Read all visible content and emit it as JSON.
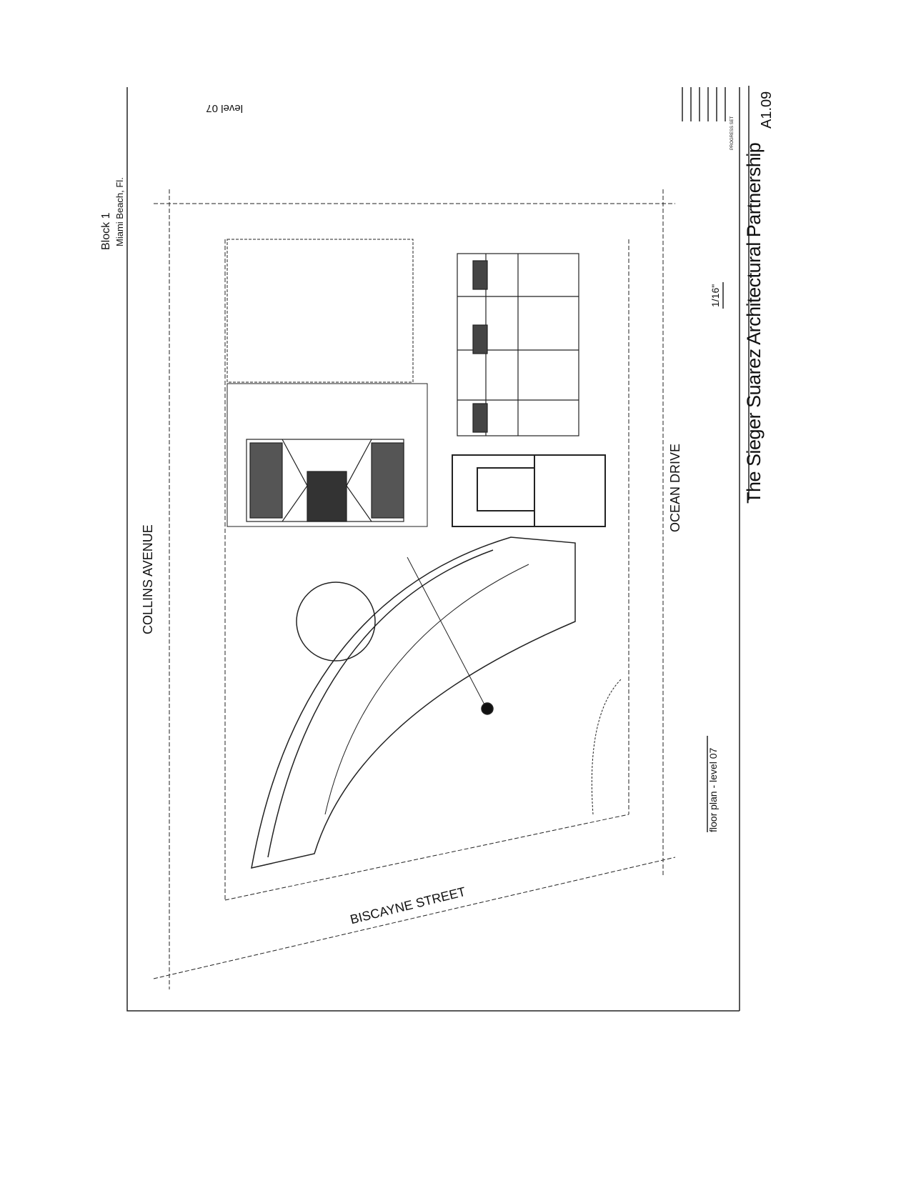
{
  "sheet": {
    "project": "Block 1",
    "location": "Miami Beach, Fl.",
    "level_label": "level 07",
    "scale": "1/16\"",
    "drawing_title": "floor plan - level 07",
    "sheet_number": "A1.09",
    "firm": "The Sieger Suarez Architectural Partnership",
    "issue": "PROGRESS SET"
  },
  "streets": {
    "north": "COLLINS AVENUE",
    "south": "OCEAN DRIVE",
    "west": "BISCAYNE STREET"
  },
  "colors": {
    "ink": "#111111",
    "paper": "#ffffff"
  }
}
